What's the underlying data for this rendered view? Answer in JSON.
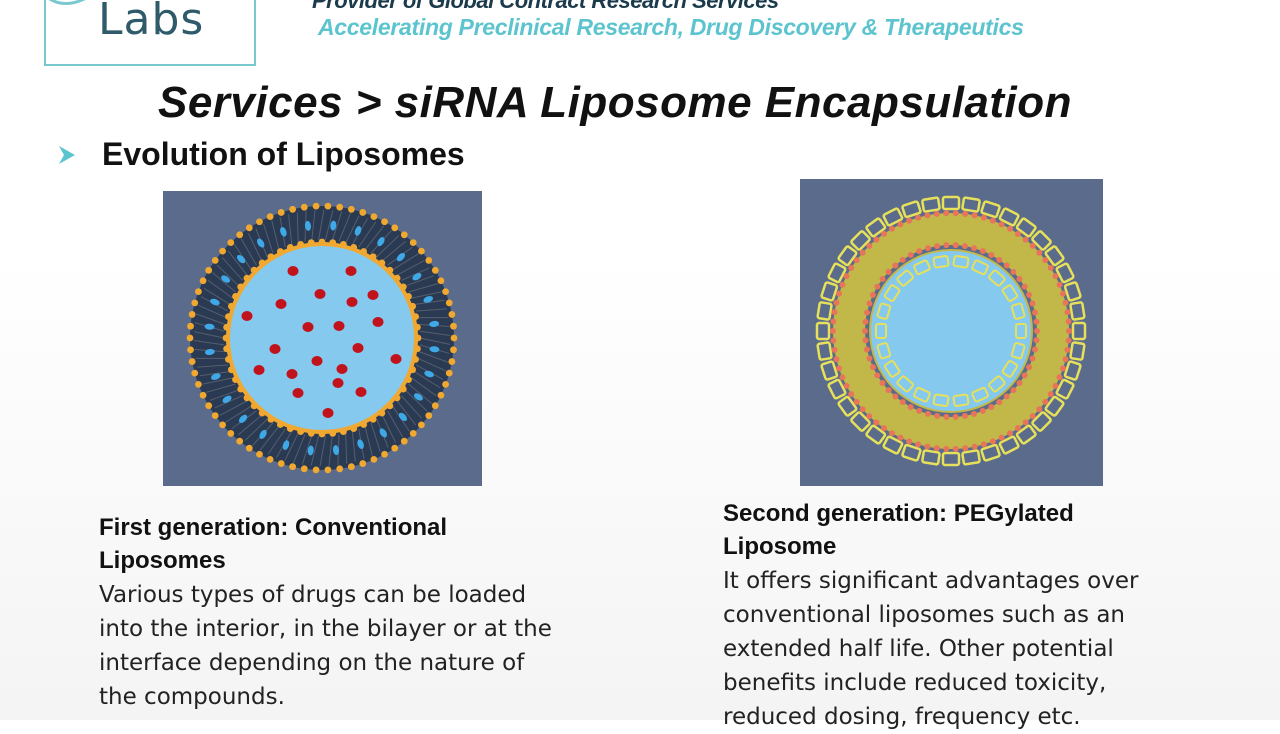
{
  "header": {
    "logo_text": "Labs",
    "tagline_top": "Provider of Global Contract Research Services",
    "tagline_main": "Accelerating Preclinical Research, Drug Discovery & Therapeutics"
  },
  "slide": {
    "title": "Services > siRNA Liposome Encapsulation",
    "subtitle": "Evolution of Liposomes"
  },
  "figures": [
    {
      "heading": "First generation: Conventional Liposomes",
      "body": "Various types of drugs can be loaded into the interior, in the bilayer or at the interface depending on the nature of the compounds."
    },
    {
      "heading": "Second generation: PEGylated Liposome",
      "body": "It offers significant advantages over conventional liposomes such as an extended half life. Other potential benefits include reduced toxicity, reduced dosing, frequency etc."
    }
  ],
  "colors": {
    "accent": "#5cc4cf",
    "panel_bg": "#5a6b8c",
    "liposome_core": "#86c9ee",
    "head_beads": "#f0a830",
    "drug_dots": "#c0131b",
    "peg_chains": "#e6e05a"
  }
}
